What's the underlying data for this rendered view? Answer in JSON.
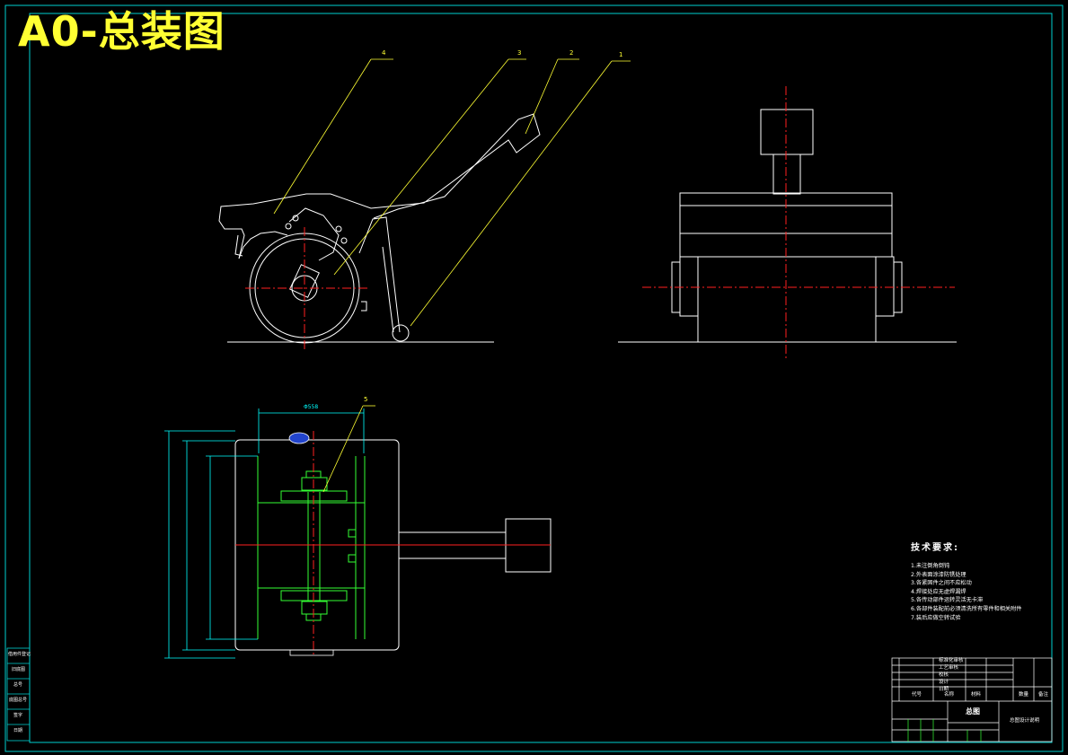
{
  "sheet": {
    "title": "A0-总装图"
  },
  "callouts": [
    "1",
    "2",
    "3",
    "4",
    "5"
  ],
  "dimensions": {
    "top_width": "Φ558"
  },
  "tech_requirements": {
    "heading": "技术要求:",
    "items": [
      "1.未注倒角倒钝",
      "2.外表面涂漆防锈处理",
      "3.各紧固件之间不应松动",
      "4.焊接处应无虚焊漏焊",
      "5.各传动部件运转灵活无卡滞",
      "6.各部件装配前必须清洗所有零件和相关附件",
      "7.装后应做空转试验"
    ]
  },
  "title_block": {
    "drawing_name": "总图",
    "col_labels": [
      "代号",
      "名称",
      "材料",
      "数量",
      "备注"
    ],
    "rows": [
      "标准化审核",
      "工艺审核",
      "校核",
      "设计",
      "日期"
    ],
    "right_note": "总图设计说明"
  },
  "side_stamp": {
    "labels": [
      "借用件登记",
      "旧底图",
      "总号",
      "底图总号",
      "签字",
      "日期"
    ]
  },
  "colors": {
    "frame": "#00d0d0",
    "outline": "#ffffff",
    "centerline": "#ff2020",
    "leader": "#ffff33",
    "detail": "#33ff33",
    "dimension": "#00ffff"
  }
}
